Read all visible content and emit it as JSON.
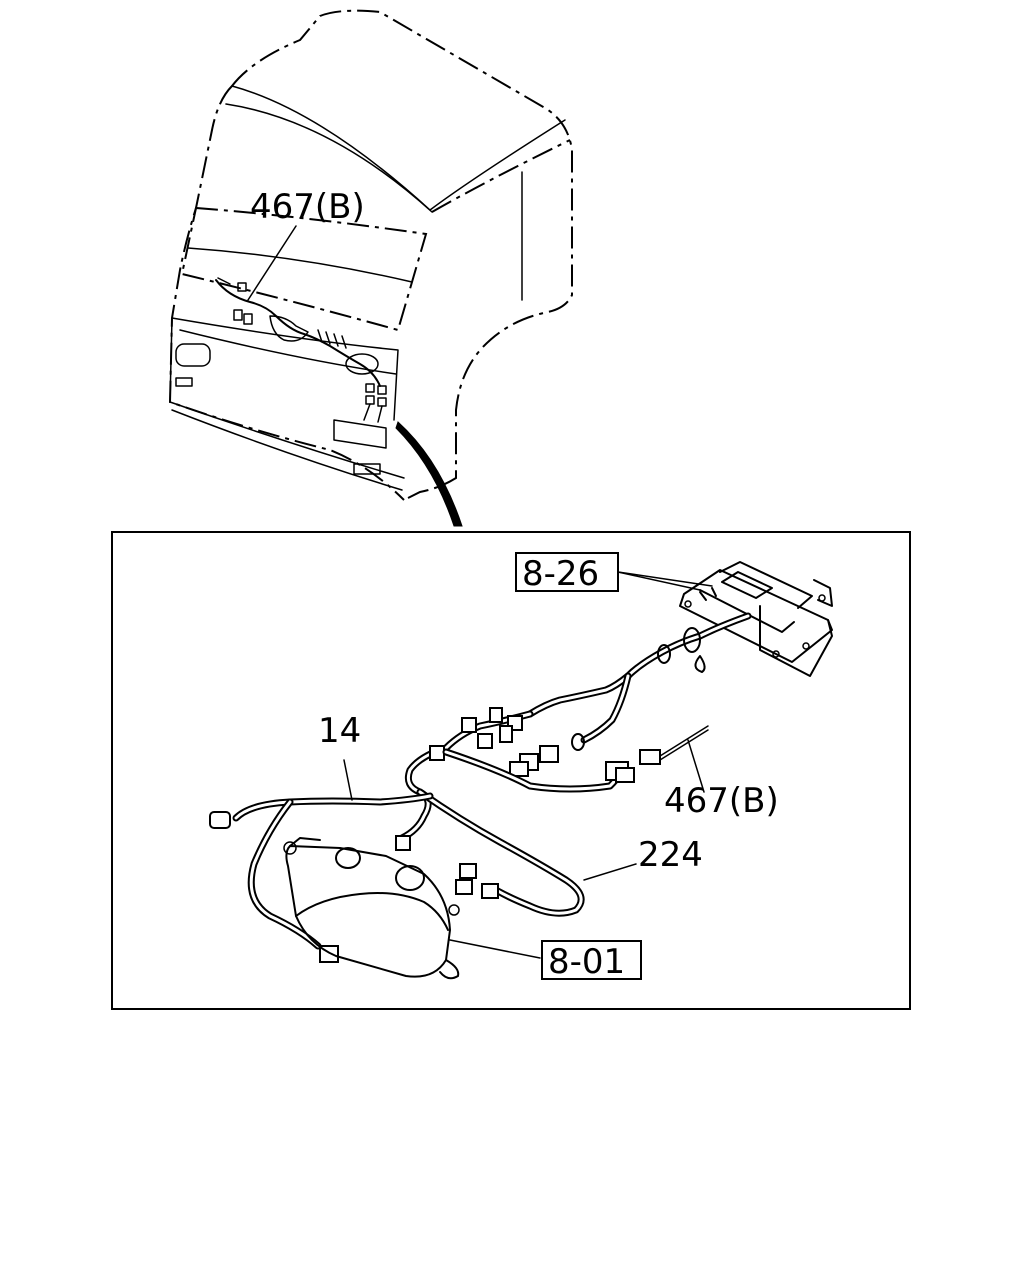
{
  "callouts": {
    "cab_harness": "467(B)",
    "main_harness": "14",
    "sensor_wire": "467(B)",
    "lamp_harness": "224",
    "controller_ref": "8-26",
    "lamp_ref": "8-01"
  }
}
